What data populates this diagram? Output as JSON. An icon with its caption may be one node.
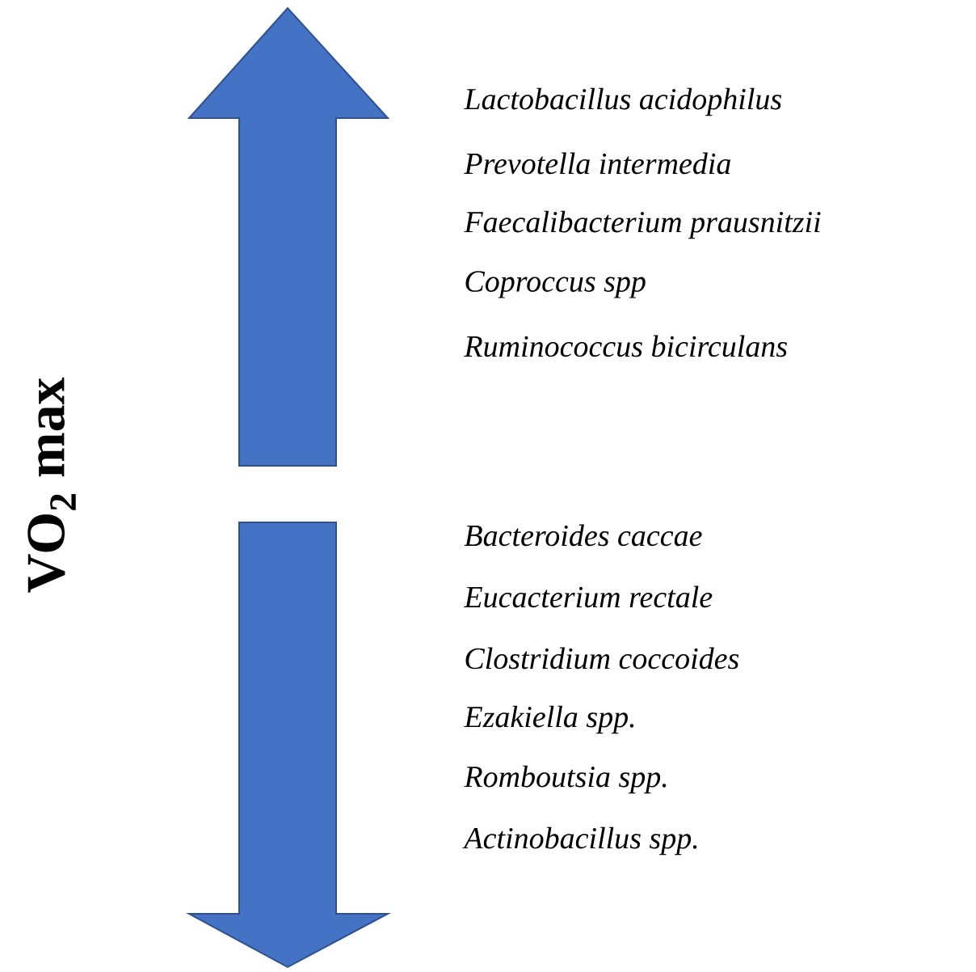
{
  "diagram": {
    "title": "VO$_{2}$ max",
    "labels": [
      "Lactobacillus acidophilus",
      "Prevotella intermedia",
      "Faecalibacterium prausnitzii",
      "Coproccus spp",
      "Ruminococcus bicirculans",
      "Bacteroides caccae",
      "Eucacterium rectale",
      "Clostridium coccoides",
      "Ezakiella spp.",
      "Romboutsia spp.",
      "Actinobacillus spp."
    ]
  }
}
